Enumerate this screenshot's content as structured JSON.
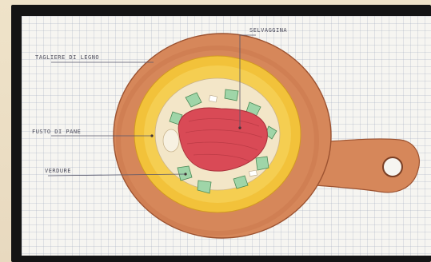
{
  "labels": {
    "top_right": "SELVAGGINA",
    "left_1": "TAGLIERE DI LEGNO",
    "left_2": "FUSTO DI PANE",
    "left_3": "VERDURE"
  },
  "colors": {
    "frame": "#141414",
    "paper": "#f6f5f1",
    "board": "#d6875a",
    "board_dark": "#b8643c",
    "crust": "#f2c23a",
    "meat": "#d94a56",
    "greens": "#9fd5a8"
  }
}
